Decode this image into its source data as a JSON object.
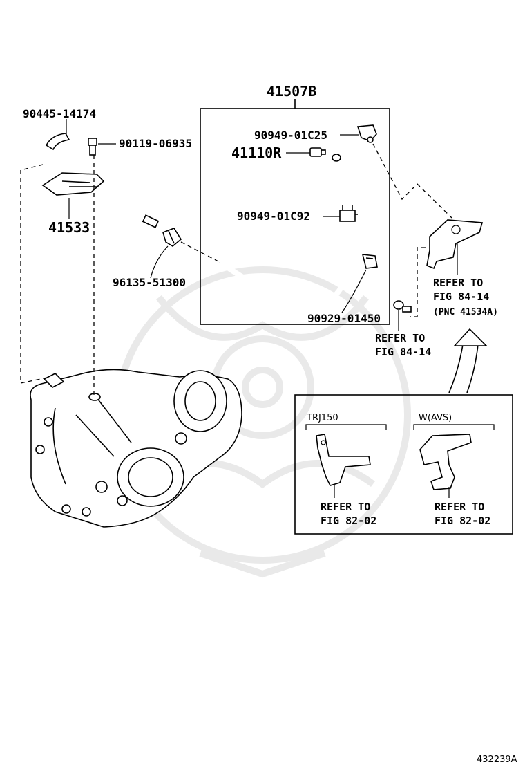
{
  "diagram": {
    "assembly_label": "41507B",
    "parts": {
      "p90445": "90445-14174",
      "p90119": "90119-06935",
      "p41533": "41533",
      "p96135": "96135-51300",
      "p90949c25": "90949-01C25",
      "p41110r": "41110R",
      "p90949c92": "90949-01C92",
      "p90929": "90929-01450"
    },
    "refs": {
      "ref1_line1": "REFER TO",
      "ref1_line2": "FIG 84-14",
      "ref1_line3": "(PNC 41534A)",
      "ref2_line1": "REFER TO",
      "ref2_line2": "FIG 84-14"
    },
    "variants": {
      "left_title": "TRJ150",
      "left_ref_line1": "REFER TO",
      "left_ref_line2": "FIG 82-02",
      "right_title": "W(AVS)",
      "right_ref_line1": "REFER TO",
      "right_ref_line2": "FIG 82-02"
    },
    "figure_id": "432239A"
  }
}
